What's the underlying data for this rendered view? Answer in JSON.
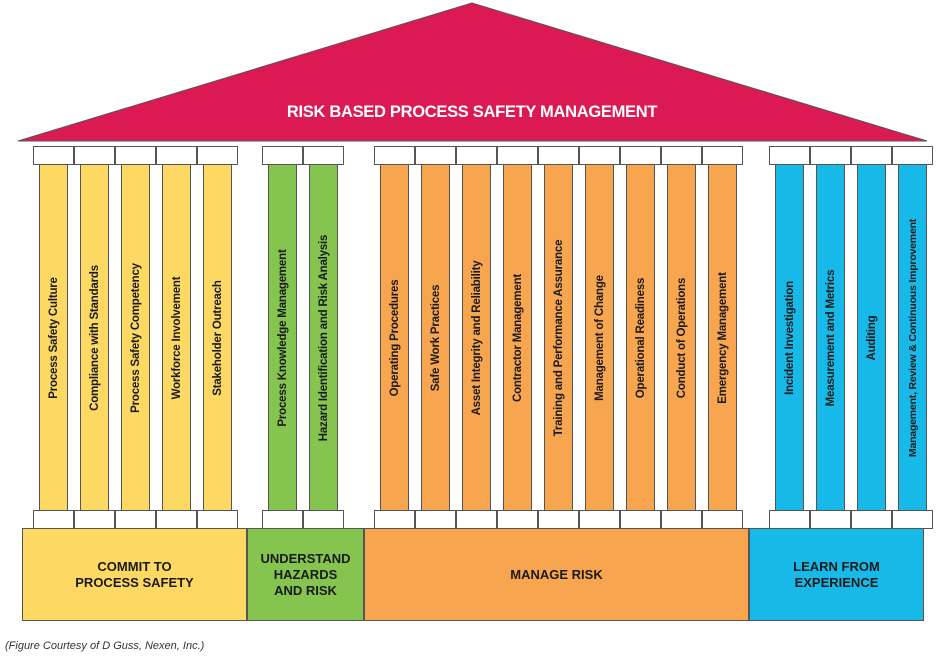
{
  "title": "RISK BASED PROCESS SAFETY MANAGEMENT",
  "colors": {
    "roof": "#db1a53",
    "commit": "#fdd862",
    "understand": "#84c44f",
    "manage": "#f8a54f",
    "learn": "#17b9e8"
  },
  "pillars": [
    {
      "label": "Process Safety Culture",
      "group": "commit"
    },
    {
      "label": "Compliance with Standards",
      "group": "commit"
    },
    {
      "label": "Process Safety Competency",
      "group": "commit"
    },
    {
      "label": "Workforce Involvement",
      "group": "commit"
    },
    {
      "label": "Stakeholder Outreach",
      "group": "commit"
    },
    {
      "label": "Process Knowledge Management",
      "group": "understand"
    },
    {
      "label": "Hazard Identification and Risk Analysis",
      "group": "understand"
    },
    {
      "label": "Operating Procedures",
      "group": "manage"
    },
    {
      "label": "Safe Work Practices",
      "group": "manage"
    },
    {
      "label": "Asset Integrity and Reliability",
      "group": "manage"
    },
    {
      "label": "Contractor Management",
      "group": "manage"
    },
    {
      "label": "Training and Performance Assurance",
      "group": "manage"
    },
    {
      "label": "Management of Change",
      "group": "manage"
    },
    {
      "label": "Operational Readiness",
      "group": "manage"
    },
    {
      "label": "Conduct of Operations",
      "group": "manage"
    },
    {
      "label": "Emergency Management",
      "group": "manage"
    },
    {
      "label": "Incident Investigation",
      "group": "learn"
    },
    {
      "label": "Measurement and Metrics",
      "group": "learn"
    },
    {
      "label": "Auditing",
      "group": "learn"
    },
    {
      "label": "Management, Review & Continuous Improvement",
      "group": "learn"
    }
  ],
  "bases": [
    {
      "group": "commit",
      "label": "COMMIT TO\nPROCESS SAFETY"
    },
    {
      "group": "understand",
      "label": "UNDERSTAND\nHAZARDS\nAND RISK"
    },
    {
      "group": "manage",
      "label": "MANAGE RISK"
    },
    {
      "group": "learn",
      "label": "LEARN FROM\nEXPERIENCE"
    }
  ],
  "caption": "(Figure Courtesy of D Guss, Nexen, Inc.)"
}
